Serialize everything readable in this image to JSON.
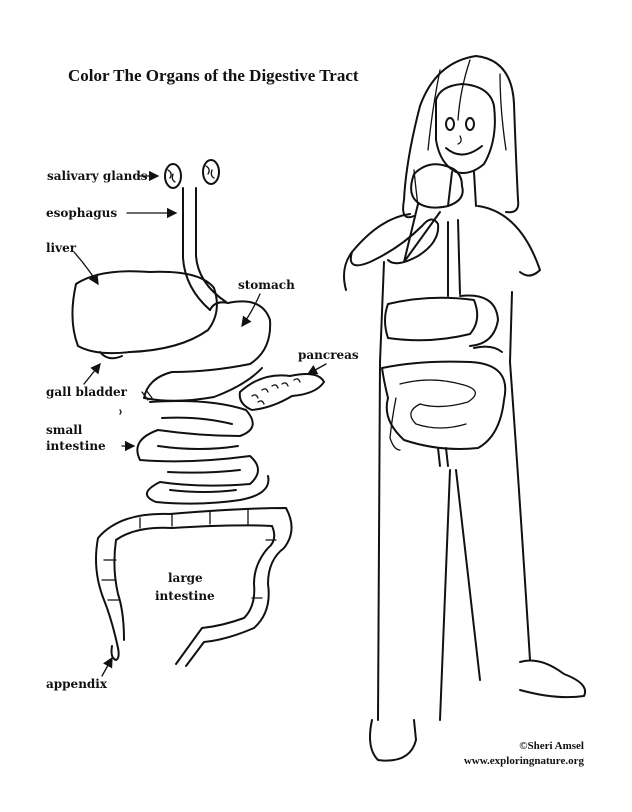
{
  "title": "Color The Organs of the Digestive Tract",
  "labels": {
    "salivary_glands": "salivary glands",
    "esophagus": "esophagus",
    "liver": "liver",
    "stomach": "stomach",
    "pancreas": "pancreas",
    "gall_bladder": "gall bladder",
    "small_intestine_1": "small",
    "small_intestine_2": "intestine",
    "large_intestine_1": "large",
    "large_intestine_2": "intestine",
    "appendix": "appendix"
  },
  "credit": {
    "copyright": "©Sheri Amsel",
    "website": "www.exploringnature.org"
  },
  "colors": {
    "ink": "#111111",
    "paper": "#ffffff"
  }
}
